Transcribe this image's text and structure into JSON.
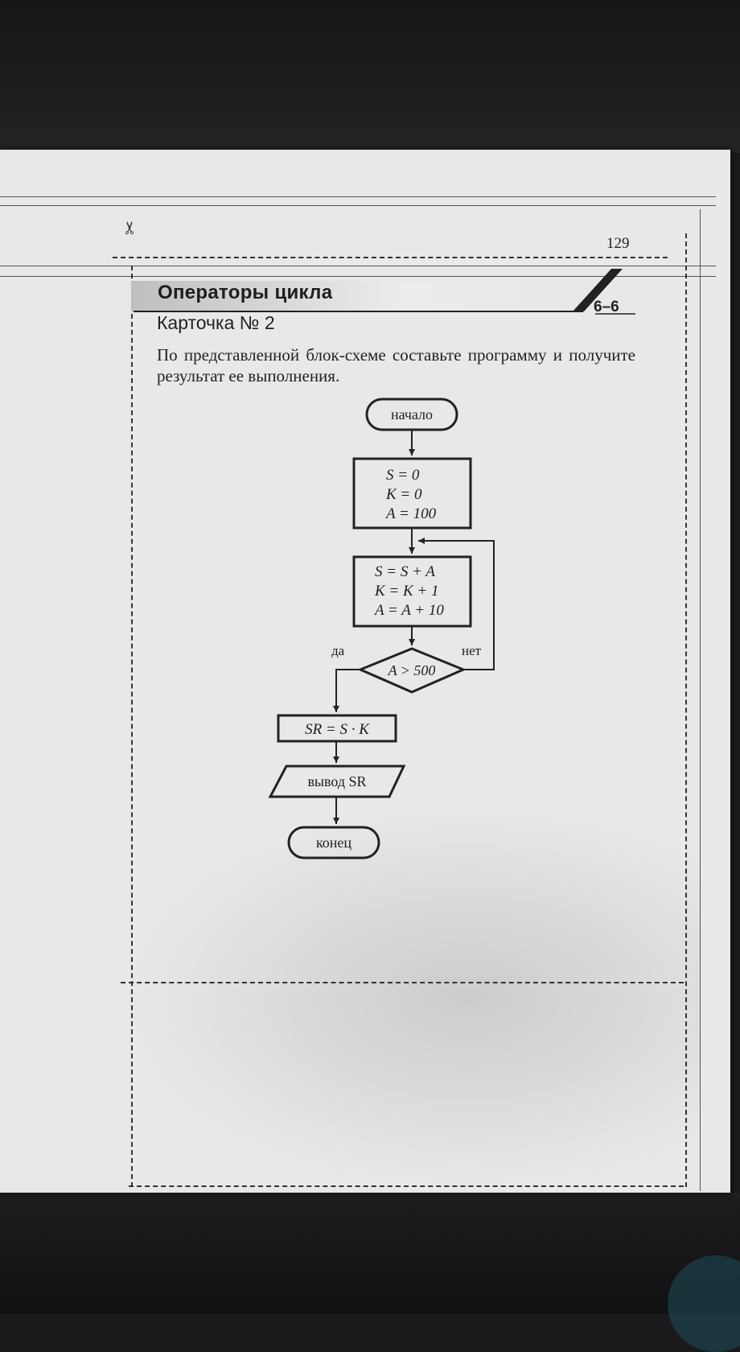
{
  "page": {
    "number": "129",
    "section_title": "Операторы цикла",
    "section_code": "6–6",
    "card_title": "Карточка № 2",
    "task": "По представленной блок-схеме составьте программу и получите результат ее выполнения."
  },
  "flowchart": {
    "start": "начало",
    "init": [
      "S = 0",
      "K = 0",
      "A = 100"
    ],
    "loop_body": [
      "S = S + A",
      "K = K + 1",
      "A = A + 10"
    ],
    "condition": "A > 500",
    "yes_label": "да",
    "no_label": "нет",
    "compute": "SR = S · K",
    "output": "вывод SR",
    "end": "конец"
  },
  "icons": {
    "scissors": "scissors-icon"
  }
}
